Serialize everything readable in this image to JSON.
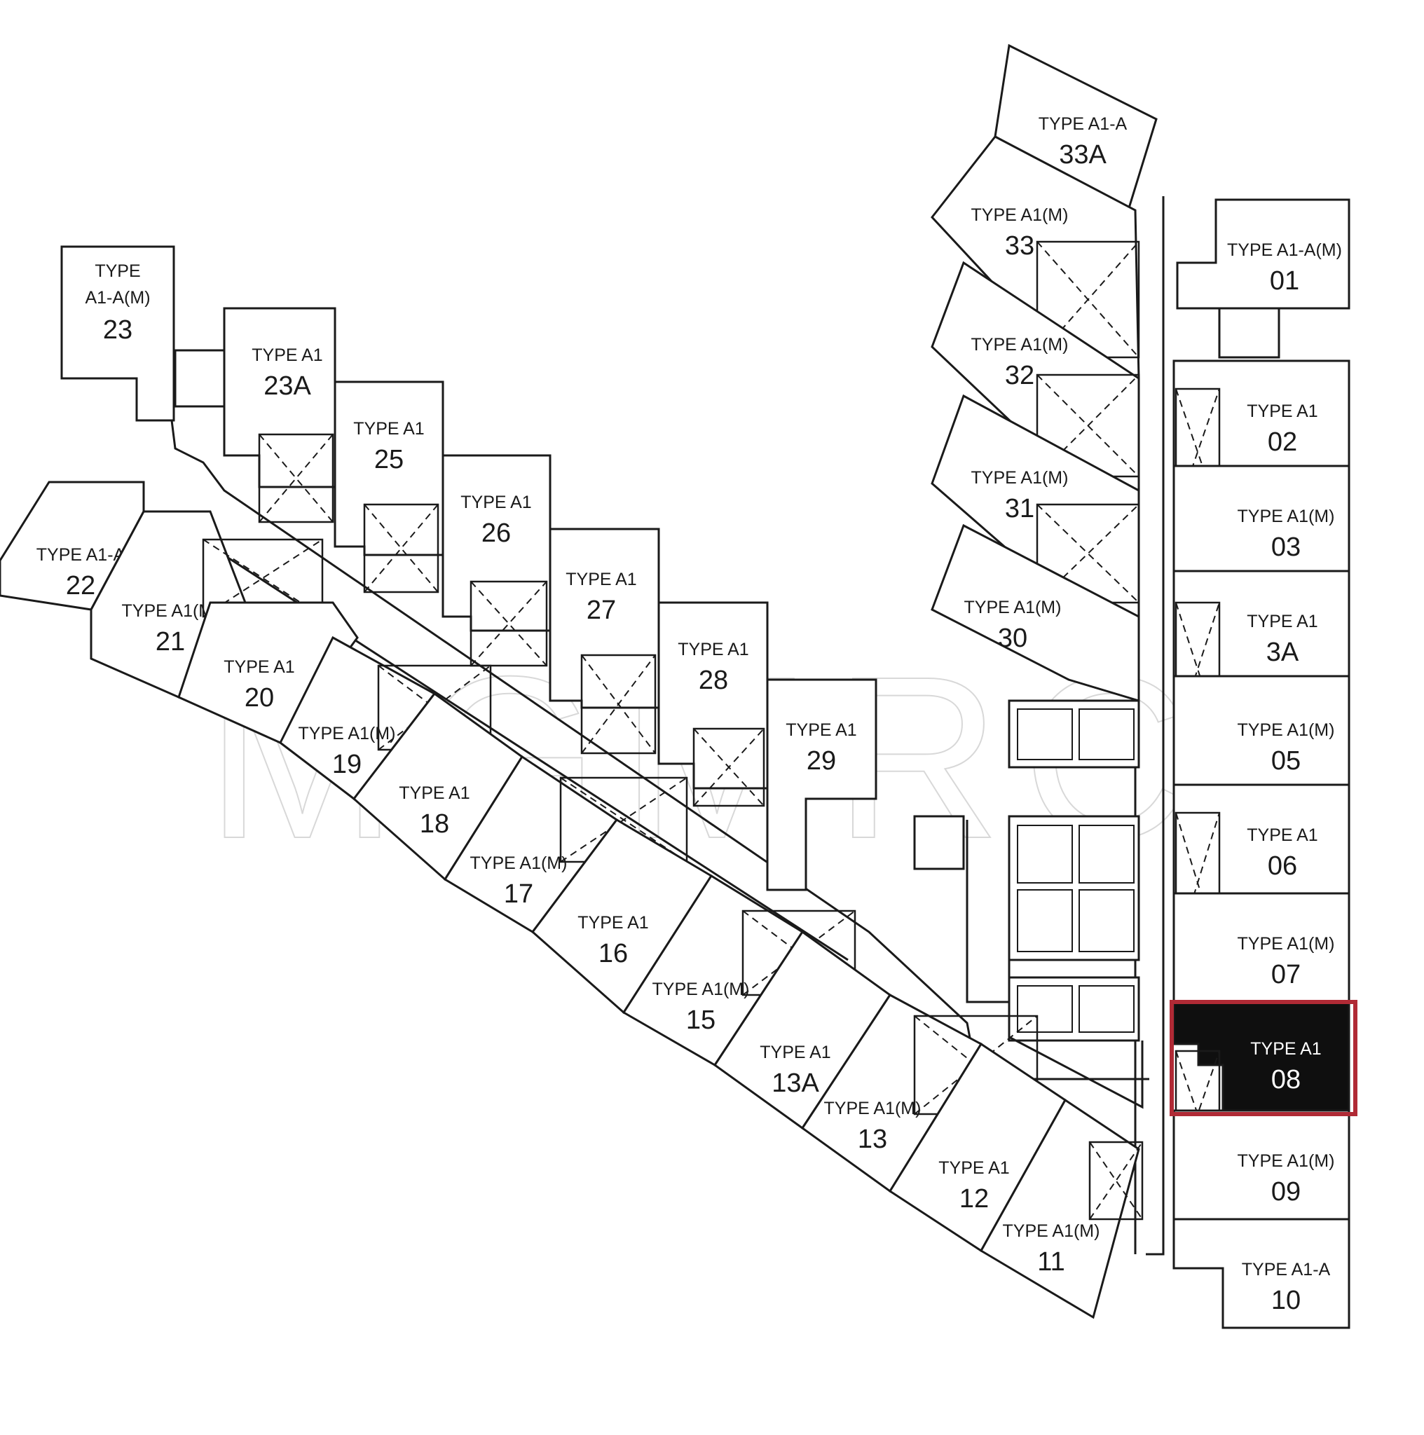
{
  "watermark": "MGMRC",
  "highlight_color": "#b02a35",
  "highlighted_unit": "08",
  "units": [
    {
      "id": "unit-23",
      "type": "TYPE",
      "type2": "A1-A(M)",
      "num": "23"
    },
    {
      "id": "unit-23a",
      "type": "TYPE A1",
      "num": "23A"
    },
    {
      "id": "unit-25",
      "type": "TYPE A1",
      "num": "25"
    },
    {
      "id": "unit-26",
      "type": "TYPE A1",
      "num": "26"
    },
    {
      "id": "unit-27",
      "type": "TYPE A1",
      "num": "27"
    },
    {
      "id": "unit-28",
      "type": "TYPE A1",
      "num": "28"
    },
    {
      "id": "unit-29",
      "type": "TYPE A1",
      "num": "29"
    },
    {
      "id": "unit-22",
      "type": "TYPE A1-A",
      "num": "22"
    },
    {
      "id": "unit-21",
      "type": "TYPE A1(M)",
      "num": "21"
    },
    {
      "id": "unit-20",
      "type": "TYPE A1",
      "num": "20"
    },
    {
      "id": "unit-19",
      "type": "TYPE A1(M)",
      "num": "19"
    },
    {
      "id": "unit-18",
      "type": "TYPE A1",
      "num": "18"
    },
    {
      "id": "unit-17",
      "type": "TYPE A1(M)",
      "num": "17"
    },
    {
      "id": "unit-16",
      "type": "TYPE A1",
      "num": "16"
    },
    {
      "id": "unit-15",
      "type": "TYPE A1(M)",
      "num": "15"
    },
    {
      "id": "unit-13a",
      "type": "TYPE A1",
      "num": "13A"
    },
    {
      "id": "unit-13",
      "type": "TYPE A1(M)",
      "num": "13"
    },
    {
      "id": "unit-12",
      "type": "TYPE A1",
      "num": "12"
    },
    {
      "id": "unit-11",
      "type": "TYPE A1(M)",
      "num": "11"
    },
    {
      "id": "unit-33a",
      "type": "TYPE A1-A",
      "num": "33A"
    },
    {
      "id": "unit-33",
      "type": "TYPE A1(M)",
      "num": "33"
    },
    {
      "id": "unit-32",
      "type": "TYPE A1(M)",
      "num": "32"
    },
    {
      "id": "unit-31",
      "type": "TYPE A1(M)",
      "num": "31"
    },
    {
      "id": "unit-30",
      "type": "TYPE A1(M)",
      "num": "30"
    },
    {
      "id": "unit-01",
      "type": "TYPE A1-A(M)",
      "num": "01"
    },
    {
      "id": "unit-02",
      "type": "TYPE A1",
      "num": "02"
    },
    {
      "id": "unit-03",
      "type": "TYPE A1(M)",
      "num": "03"
    },
    {
      "id": "unit-3a",
      "type": "TYPE A1",
      "num": "3A"
    },
    {
      "id": "unit-05",
      "type": "TYPE A1(M)",
      "num": "05"
    },
    {
      "id": "unit-06",
      "type": "TYPE A1",
      "num": "06"
    },
    {
      "id": "unit-07",
      "type": "TYPE A1(M)",
      "num": "07"
    },
    {
      "id": "unit-08",
      "type": "TYPE A1",
      "num": "08"
    },
    {
      "id": "unit-09",
      "type": "TYPE A1(M)",
      "num": "09"
    },
    {
      "id": "unit-10",
      "type": "TYPE A1-A",
      "num": "10"
    }
  ]
}
